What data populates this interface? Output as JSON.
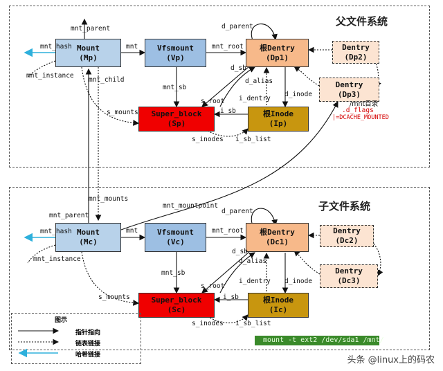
{
  "regions": {
    "parent_title": "父文件系统",
    "child_title": "子文件系统"
  },
  "nodes": {
    "mp": {
      "l1": "Mount",
      "l2": "(Mp)"
    },
    "vp": {
      "l1": "Vfsmount",
      "l2": "(Vp)"
    },
    "dp1": {
      "l1": "根Dentry",
      "l2": "(Dp1)"
    },
    "dp2": {
      "l1": "Dentry",
      "l2": "(Dp2)"
    },
    "dp3": {
      "l1": "Dentry",
      "l2": "(Dp3)"
    },
    "sp": {
      "l1": "Super_block",
      "l2": "(Sp)"
    },
    "ip": {
      "l1": "根Inode",
      "l2": "(Ip)"
    },
    "mc": {
      "l1": "Mount",
      "l2": "(Mc)"
    },
    "vc": {
      "l1": "Vfsmount",
      "l2": "(Vc)"
    },
    "dc1": {
      "l1": "根Dentry",
      "l2": "(Dc1)"
    },
    "dc2": {
      "l1": "Dentry",
      "l2": "(Dc2)"
    },
    "dc3": {
      "l1": "Dentry",
      "l2": "(Dc3)"
    },
    "sc": {
      "l1": "Super_block",
      "l2": "(Sc)"
    },
    "ic": {
      "l1": "根Inode",
      "l2": "(Ic)"
    }
  },
  "labels": {
    "top": {
      "mnt_parent": "mnt_parent",
      "mnt_hash": "mnt_hash",
      "mnt_instance": "mnt_instance",
      "mnt_child": "mnt_child",
      "mnt": "mnt",
      "mnt_root": "mnt_root",
      "d_parent": "d_parent",
      "d_sb": "d_sb",
      "d_alias": "d_alias",
      "mnt_sb": "mnt_sb",
      "s_root": "s_root",
      "i_dentry": "i_dentry",
      "d_inode": "d_inode",
      "s_mounts": "s_mounts",
      "i_sb": "i_sb",
      "s_inodes": "s_inodes",
      "i_sb_list": "i_sb_list",
      "mnt_dir": "/mnt目录",
      "d_flags": ".d_flags",
      "dcache": "|=DCACHE_MOUNTED"
    },
    "bottom": {
      "mnt_mounts": "mnt_mounts",
      "mnt_mountpoint": "mnt_mountpoint",
      "mnt_parent": "mnt_parent",
      "mnt_hash": "mnt_hash",
      "mnt_instance": "mnt_instance",
      "mnt": "mnt",
      "mnt_root": "mnt_root",
      "d_parent": "d_parent",
      "d_sb": "d_sb",
      "d_alias": "d_alias",
      "mnt_sb": "mnt_sb",
      "s_root": "s_root",
      "i_dentry": "i_dentry",
      "d_inode": "d_inode",
      "s_mounts": "s_mounts",
      "i_sb": "i_sb",
      "s_inodes": "s_inodes",
      "i_sb_list": "i_sb_list"
    }
  },
  "legend": {
    "title": "图示",
    "pointer": "指针指向",
    "list": "链表链接",
    "hash": "哈希链接"
  },
  "command": "mount -t ext2 /dev/sda1 /mnt/",
  "watermark": "头条 @linux上的码农",
  "colors": {
    "mount": "#b8d2ea",
    "vfsmount": "#9dbfe3",
    "root_dentry": "#f7b98a",
    "dentry": "#fce4d2",
    "super_block": "#f00000",
    "inode": "#c8960f",
    "hash_link": "#2eb0dc",
    "command_bg": "#3a8a2a"
  }
}
